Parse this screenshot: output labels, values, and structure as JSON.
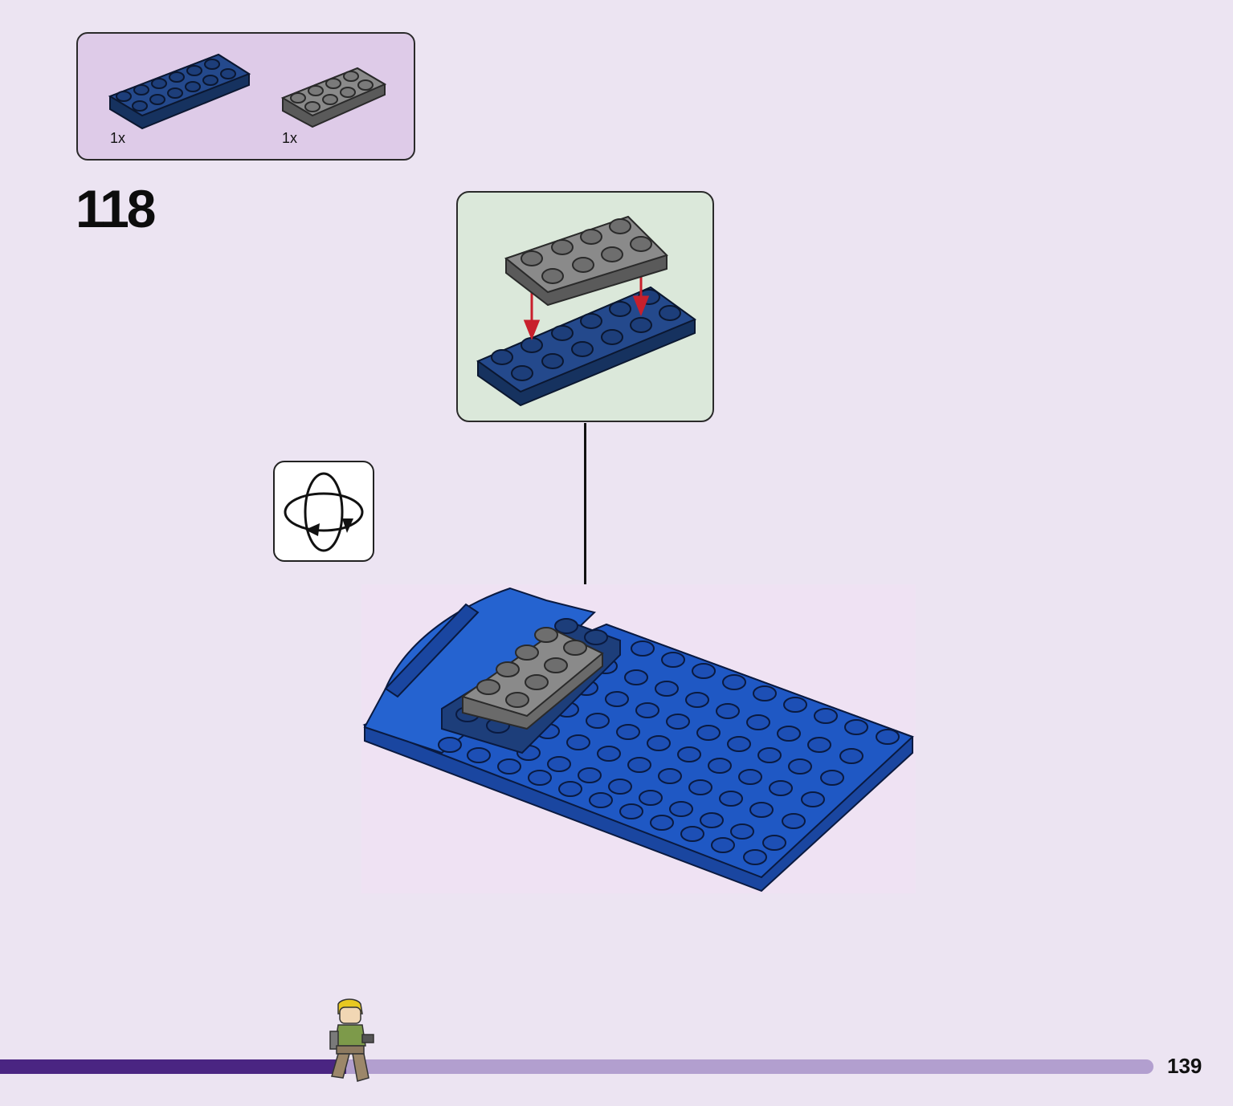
{
  "parts_list": {
    "items": [
      {
        "piece": "plate-2x6-dark-blue-icon",
        "color": "#1d3e7a",
        "qty": "1x"
      },
      {
        "piece": "plate-2x4-dark-grey-icon",
        "color": "#7a7a7a",
        "qty": "1x"
      }
    ]
  },
  "step": {
    "number": "118"
  },
  "colors": {
    "page_background": "#ece4f2",
    "parts_panel": "#decbe8",
    "callout_panel": "#dbe8da",
    "bright_blue": "#1f58c4",
    "dark_blue": "#1d3e7a",
    "dark_grey": "#7a7a7a",
    "arrow_red": "#c8202c",
    "progress_done": "#4a2582",
    "progress_remaining": "#b29fcf"
  },
  "icons": {
    "rotate": "rotate-model-icon",
    "minifig": "minifigure-walker-icon"
  },
  "progress": {
    "fraction": 0.3
  },
  "footer": {
    "page_number": "139"
  }
}
